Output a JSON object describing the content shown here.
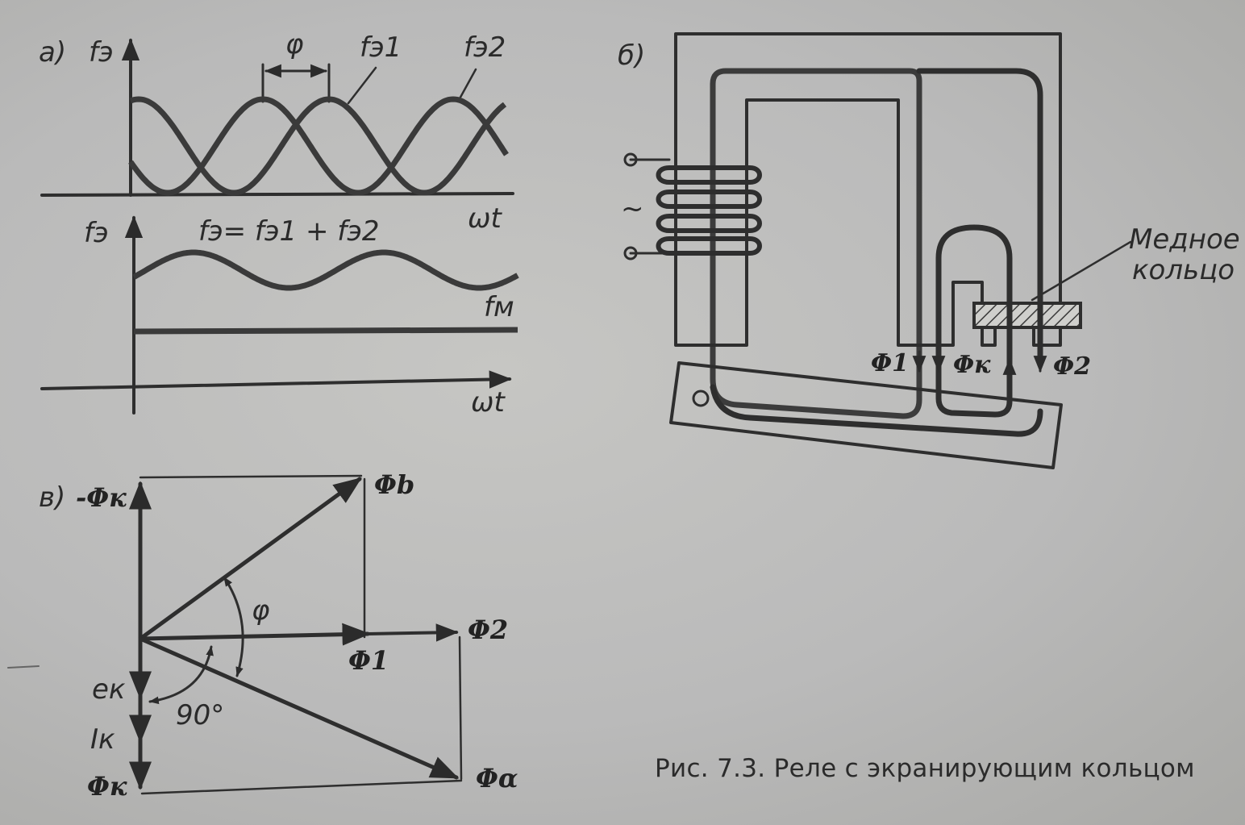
{
  "panel_a": {
    "label": "а)",
    "y_label_top": "fэ",
    "phi": "φ",
    "curve1": "fэ1",
    "curve2": "fэ2",
    "x_label_top": "ωt",
    "y_label_bottom": "fэ",
    "sum_formula": "fэ= fэ1 + fэ2",
    "fm_label": "fм",
    "x_label_bottom": "ωt"
  },
  "panel_b": {
    "label": "б)",
    "ac_symbol": "~",
    "flux1": "Φ1",
    "fluxk": "Φк",
    "flux2": "Φ2",
    "ring_label_line1": "Медное",
    "ring_label_line2": "кольцо"
  },
  "panel_v": {
    "label": "в)",
    "neg_phik": "-Φк",
    "phib": "Φb",
    "phi": "φ",
    "phi2": "Φ2",
    "phi1": "Φ1",
    "ek": "eк",
    "angle": "90°",
    "ik": "Iк",
    "phik": "Φк",
    "phialpha": "Φα"
  },
  "caption": "Рис. 7.3. Реле с экранирующим кольцом"
}
